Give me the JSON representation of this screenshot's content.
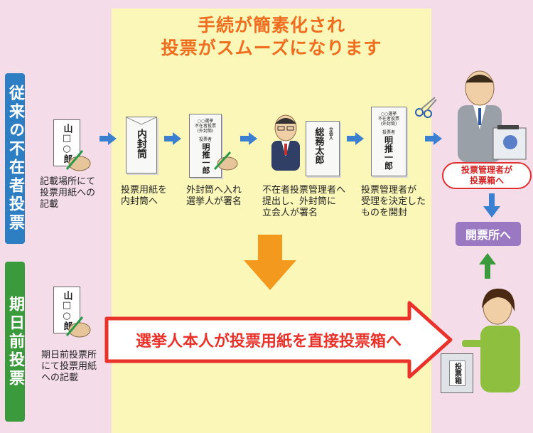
{
  "title_line1": "手続が簡素化され",
  "title_line2": "投票がスムーズになります",
  "conventional": {
    "sidebar_label": "従来の不在者投票",
    "ballot_mark": "山□○郎",
    "step1_caption": "記載場所にて\n投票用紙への\n記載",
    "inner_envelope_label": "内封筒",
    "step2_caption": "投票用紙を\n内封筒へ",
    "outer_envelope_header": "○○選挙\n不在者投票\n(外封筒)",
    "outer_envelope_signer_label": "投票者",
    "outer_envelope_name": "明推一郎",
    "step3_caption": "外封筒へ入れ\n選挙人が署名",
    "witness_label": "立会人",
    "witness_name": "総務太郎",
    "step4_caption": "不在者投票管理者へ\n提出し、外封筒に\n立会人が署名",
    "step5_caption": "投票管理者が\n受理を決定した\nものを開封",
    "box_caption": "投票管理者が\n投票箱へ",
    "count_label": "開票所へ"
  },
  "early_voting": {
    "sidebar_label": "期日前投票",
    "ballot_mark": "山□○郎",
    "caption": "期日前投票所\nにて投票用紙\nへの記載",
    "arrow_text": "選挙人本人が投票用紙を直接投票箱へ",
    "ballot_box_label": "投票箱"
  },
  "colors": {
    "highlight": "#fbf7b9",
    "title": "#ef6d1e",
    "blue_arrow": "#3b7fd0",
    "orange_arrow": "#f39a1e",
    "red_arrow": "#e8322a",
    "sidebar_blue": "#2e7ec4",
    "sidebar_green": "#3a9a3c",
    "count_box": "#9b79c2"
  }
}
